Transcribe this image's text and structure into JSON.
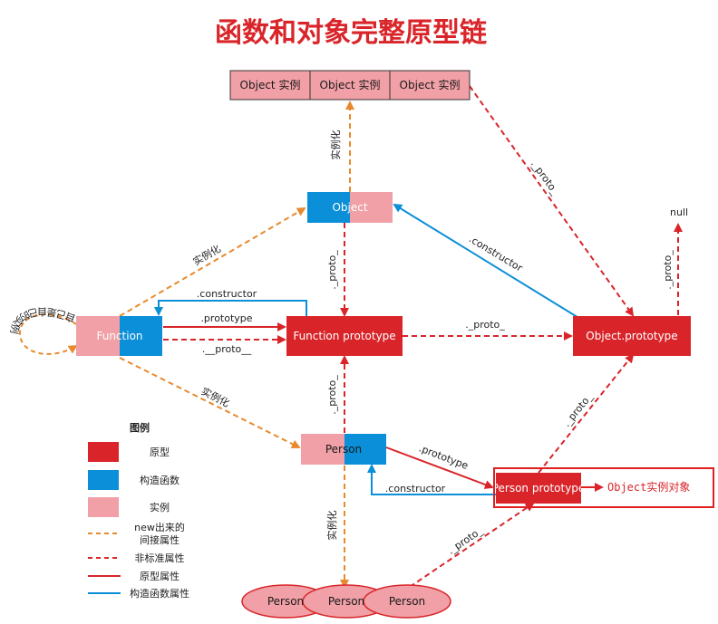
{
  "title": "函数和对象完整原型链",
  "colors": {
    "prototype_red": "#d9252a",
    "constructor_blue": "#0a8fd8",
    "instance_pink": "#f0a0a6",
    "new_orange": "#e8892e",
    "callout_red": "#e02020"
  },
  "nodes": {
    "object_instance_1": "Object 实例",
    "object_instance_2": "Object 实例",
    "object_instance_3": "Object 实例",
    "object_ctor": "Object",
    "function_ctor": "Function",
    "function_prototype": "Function prototype",
    "object_prototype": "Object.prototype",
    "null": "null",
    "person_ctor": "Person",
    "person_prototype": "Person prototype",
    "person_instance_1": "Person",
    "person_instance_2": "Person",
    "person_instance_3": "Person"
  },
  "edge_labels": {
    "obj_inst_instantiate": "实例化",
    "func_to_object_instantiate": "实例化",
    "func_to_person_instantiate": "实例化",
    "person_instantiate": "实例化",
    "self_instance": "自己是自己的实例",
    "func_constructor": ".constructor",
    "func_prototype": ".prototype",
    "func_proto": ".__proto__",
    "funcproto_proto": "._proto_",
    "object_ctor_proto": "._proto_",
    "object_constructor": ".constructor",
    "obj_inst_proto": "._proto_",
    "objproto_null": "._proto_",
    "person_ctor_proto": "._proto_",
    "person_prototype": ".prototype",
    "person_constructor": ".constructor",
    "personproto_proto": "._proto_",
    "person_inst_proto": "._proto_"
  },
  "legend": {
    "title": "图例",
    "items": [
      {
        "label": "原型"
      },
      {
        "label": "构造函数"
      },
      {
        "label": "实例"
      },
      {
        "label_line1": "new出来的",
        "label_line2": "间接属性"
      },
      {
        "label": "非标准属性"
      },
      {
        "label": "原型属性"
      },
      {
        "label": "构造函数属性"
      }
    ]
  },
  "callout": "Object实例对象"
}
